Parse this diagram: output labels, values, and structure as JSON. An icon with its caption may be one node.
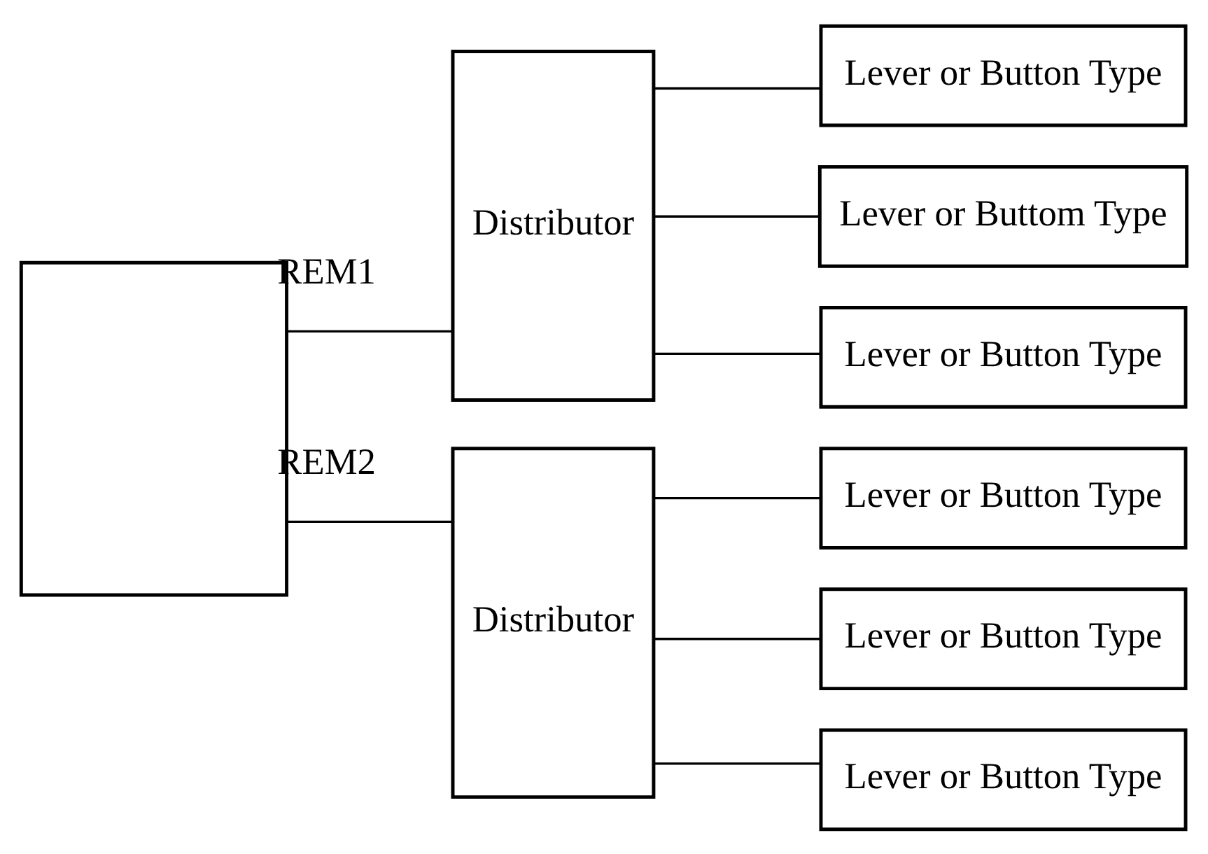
{
  "diagram": {
    "nodes": [
      {
        "text": [],
        "shape": "box",
        "beside": [
          "REM1",
          "REM2"
        ]
      },
      {
        "text": [
          "Distributor"
        ]
      },
      {
        "text": [
          "Lever or Button Type"
        ]
      },
      {
        "text": [
          "Lever or Buttom Type"
        ]
      },
      {
        "text": [
          "Lever or Button Type"
        ]
      },
      {
        "text": [
          "Distributor"
        ]
      },
      {
        "text": [
          "Lever or Button Type"
        ]
      },
      {
        "text": [
          "Lever or Button Type"
        ]
      },
      {
        "text": [
          "Lever or Button Type"
        ]
      }
    ],
    "edges": [
      {
        "from": 0,
        "to": 1,
        "arrow": "none"
      },
      {
        "from": 1,
        "to": 2,
        "arrow": "none"
      },
      {
        "from": 1,
        "to": 3,
        "arrow": "none"
      },
      {
        "from": 1,
        "to": 4,
        "arrow": "none"
      },
      {
        "from": 0,
        "to": 5,
        "arrow": "none"
      },
      {
        "from": 5,
        "to": 6,
        "arrow": "none"
      },
      {
        "from": 5,
        "to": 7,
        "arrow": "none"
      },
      {
        "from": 5,
        "to": 8,
        "arrow": "none"
      }
    ]
  }
}
